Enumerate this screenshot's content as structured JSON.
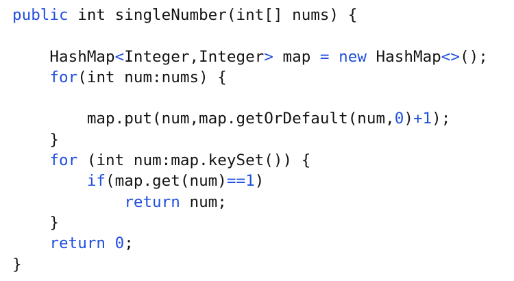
{
  "colors": {
    "keyword": "#1f4fe0",
    "text": "#141414"
  },
  "code_lines": [
    [
      {
        "t": "public",
        "k": 1
      },
      {
        "t": " int singleNumber(int[] nums) {"
      }
    ],
    [],
    [
      {
        "t": "    HashMap"
      },
      {
        "t": "<",
        "k": 1
      },
      {
        "t": "Integer,Integer"
      },
      {
        "t": ">",
        "k": 1
      },
      {
        "t": " map "
      },
      {
        "t": "=",
        "k": 1
      },
      {
        "t": " "
      },
      {
        "t": "new",
        "k": 1
      },
      {
        "t": " HashMap"
      },
      {
        "t": "<>",
        "k": 1
      },
      {
        "t": "();"
      }
    ],
    [
      {
        "t": "    "
      },
      {
        "t": "for",
        "k": 1
      },
      {
        "t": "(int num:nums) {"
      }
    ],
    [],
    [
      {
        "t": "        map.put(num,map.getOrDefault(num,"
      },
      {
        "t": "0",
        "k": 1
      },
      {
        "t": ")"
      },
      {
        "t": "+1",
        "k": 1
      },
      {
        "t": ");"
      }
    ],
    [
      {
        "t": "    }"
      }
    ],
    [
      {
        "t": "    "
      },
      {
        "t": "for",
        "k": 1
      },
      {
        "t": " (int num:map.keySet()) {"
      }
    ],
    [
      {
        "t": "        "
      },
      {
        "t": "if",
        "k": 1
      },
      {
        "t": "(map.get(num)"
      },
      {
        "t": "==1",
        "k": 1
      },
      {
        "t": ")"
      }
    ],
    [
      {
        "t": "            "
      },
      {
        "t": "return",
        "k": 1
      },
      {
        "t": " num;"
      }
    ],
    [
      {
        "t": "    }"
      }
    ],
    [
      {
        "t": "    "
      },
      {
        "t": "return",
        "k": 1
      },
      {
        "t": " "
      },
      {
        "t": "0",
        "k": 1
      },
      {
        "t": ";"
      }
    ],
    [
      {
        "t": "}"
      }
    ]
  ]
}
